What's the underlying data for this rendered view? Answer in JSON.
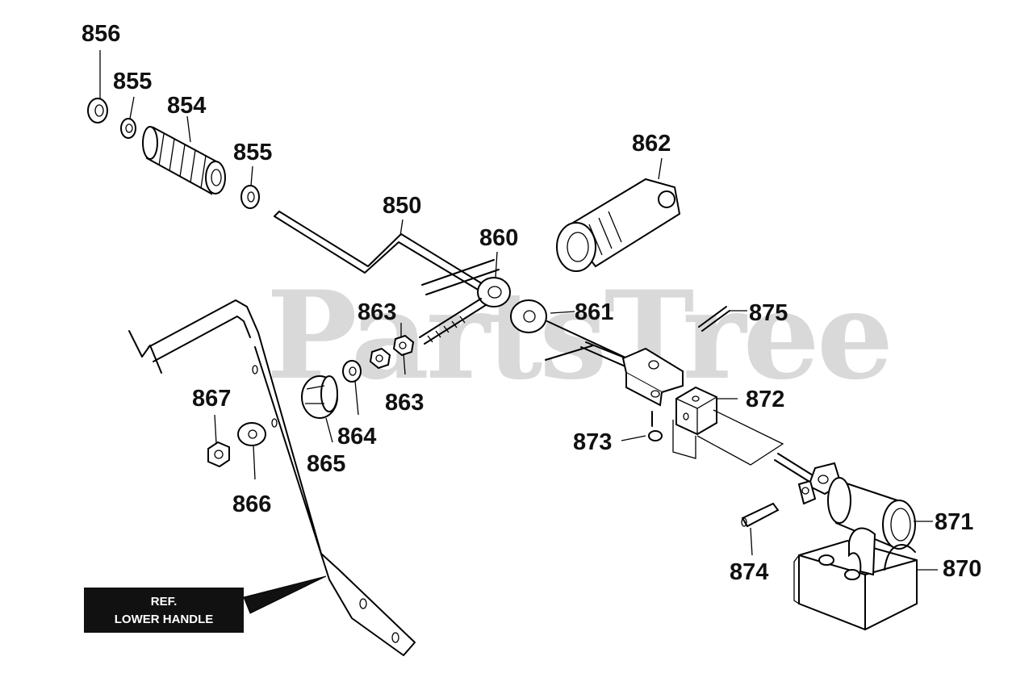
{
  "watermark": "PartsTree",
  "reference_label": {
    "line1": "REF.",
    "line2": "LOWER HANDLE"
  },
  "parts": [
    {
      "id": "856",
      "name": "part-856-label"
    },
    {
      "id": "855",
      "name": "part-855-label-upper"
    },
    {
      "id": "854",
      "name": "part-854-label"
    },
    {
      "id": "855",
      "name": "part-855-label-lower"
    },
    {
      "id": "850",
      "name": "part-850-label"
    },
    {
      "id": "862",
      "name": "part-862-label"
    },
    {
      "id": "860",
      "name": "part-860-label"
    },
    {
      "id": "861",
      "name": "part-861-label"
    },
    {
      "id": "875",
      "name": "part-875-label"
    },
    {
      "id": "863",
      "name": "part-863-label-upper"
    },
    {
      "id": "863",
      "name": "part-863-label-lower"
    },
    {
      "id": "872",
      "name": "part-872-label"
    },
    {
      "id": "867",
      "name": "part-867-label"
    },
    {
      "id": "864",
      "name": "part-864-label"
    },
    {
      "id": "873",
      "name": "part-873-label"
    },
    {
      "id": "865",
      "name": "part-865-label"
    },
    {
      "id": "866",
      "name": "part-866-label"
    },
    {
      "id": "871",
      "name": "part-871-label"
    },
    {
      "id": "874",
      "name": "part-874-label"
    },
    {
      "id": "870",
      "name": "part-870-label"
    }
  ]
}
